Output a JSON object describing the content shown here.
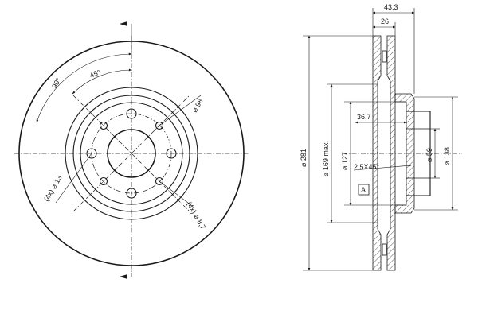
{
  "front_view": {
    "angle_90": "90°",
    "angle_45": "45°",
    "pcd_98": "⌀ 98",
    "holes_13": "(4x) ⌀ 13",
    "holes_8_7": "(4x) ⌀ 8,7"
  },
  "section_view": {
    "width_43_3": "43,3",
    "width_26": "26",
    "dia_281": "⌀ 281",
    "dia_169max": "⌀ 169 max.",
    "dia_127": "⌀ 127",
    "depth_36_7": "36,7",
    "chamfer_2_5": "2,5X45°",
    "dia_59": "⌀ 59",
    "dia_138": "⌀ 138",
    "datum_a": "A"
  }
}
